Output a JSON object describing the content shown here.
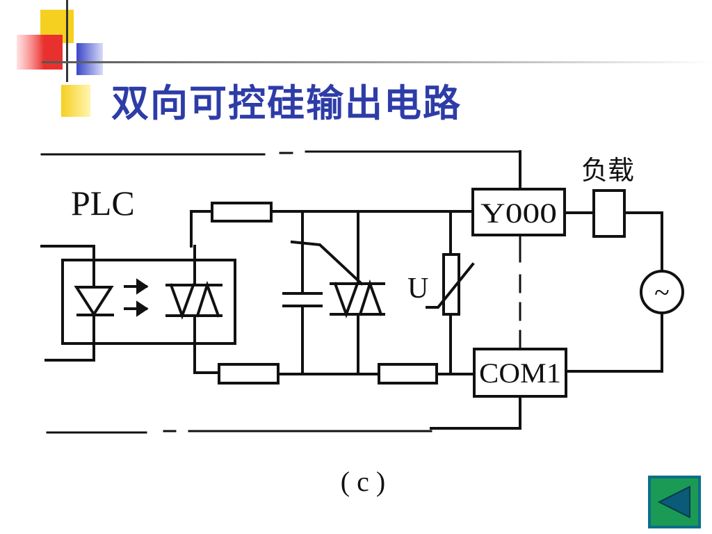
{
  "slide": {
    "title": "双向可控硅输出电路"
  },
  "diagram": {
    "plc_label": "PLC",
    "load_label": "负载",
    "output_terminal": "Y000",
    "common_terminal": "COM1",
    "varistor_label": "U",
    "ac_source_symbol": "~",
    "caption": "( c )"
  },
  "navigation": {
    "back_button": "back-arrow-icon"
  },
  "colors": {
    "title": "#2e3ca8",
    "deco_yellow": "#f5d020",
    "deco_red": "#e8302e",
    "deco_blue": "#3a46c8",
    "nav_green": "#1a9a54",
    "nav_teal_border": "#0b6e8a"
  }
}
